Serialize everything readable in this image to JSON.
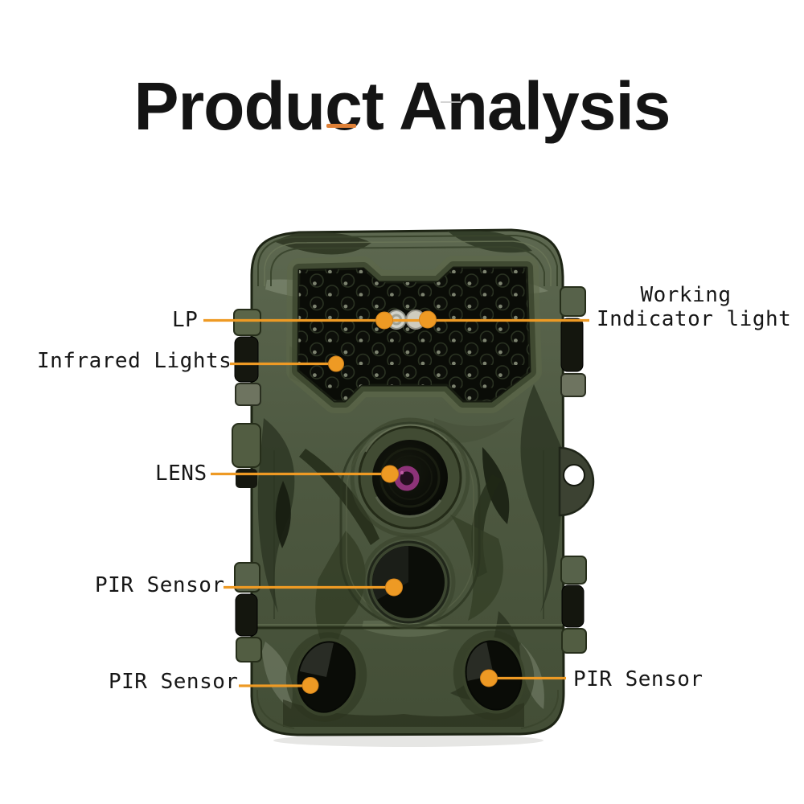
{
  "page": {
    "title": "Product Analysis"
  },
  "colors": {
    "accent": "#EE9A24",
    "dash": "#DF8036",
    "title": "#141414",
    "label": "#161616",
    "bg": "#ffffff"
  },
  "annotations": {
    "lp": "LP",
    "infrared_lights": "Infrared Lights",
    "working_indicator": {
      "line1": "Working",
      "line2": "Indicator light"
    },
    "lens": "LENS",
    "pir_sensor_middle": "PIR Sensor",
    "pir_sensor_bottom_left": "PIR Sensor",
    "pir_sensor_bottom_right": "PIR Sensor"
  }
}
